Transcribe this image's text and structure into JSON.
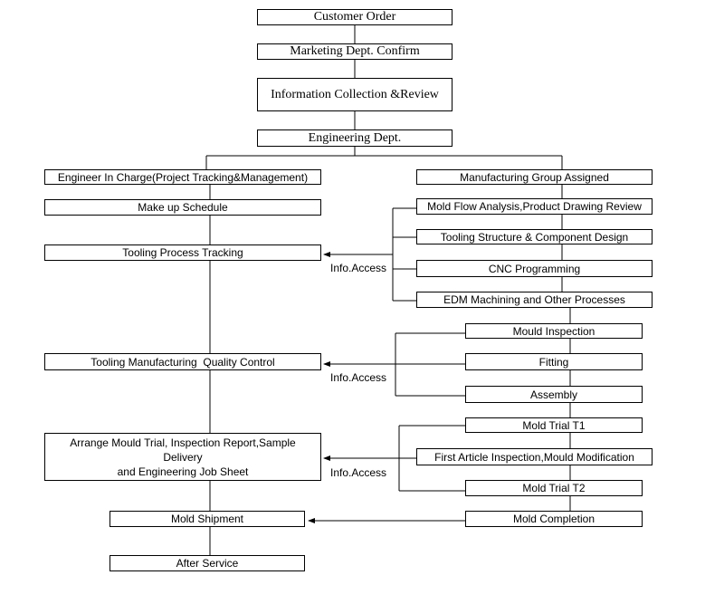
{
  "top": {
    "customer_order": "Customer Order",
    "marketing": "Marketing Dept. Confirm",
    "info_collection": "Information Collection &Review",
    "engineering": "Engineering Dept."
  },
  "left": {
    "engineer": "Engineer In Charge(Project Tracking&Management)",
    "schedule": "Make up Schedule",
    "tracking": "Tooling Process Tracking",
    "quality": "Tooling Manufacturing  Quality Control",
    "arrange_line1": "Arrange Mould Trial, Inspection Report,Sample",
    "arrange_line2": "Delivery",
    "arrange_line3": "and Engineering Job Sheet",
    "shipment": "Mold Shipment",
    "after_service": "After Service"
  },
  "right": {
    "group": "Manufacturing Group Assigned",
    "flow_analysis": "Mold Flow Analysis,Product Drawing Review",
    "structure": "Tooling Structure & Component Design",
    "cnc": "CNC Programming",
    "edm": "EDM Machining and Other Processes",
    "inspection": "Mould Inspection",
    "fitting": "Fitting",
    "assembly": "Assembly",
    "trial_t1": "Mold Trial T1",
    "first_article": "First Article Inspection,Mould Modification",
    "trial_t2": "Mold Trial T2",
    "completion": "Mold Completion"
  },
  "labels": {
    "info_access_1": "Info.Access",
    "info_access_2": "Info.Access",
    "info_access_3": "Info.Access"
  }
}
